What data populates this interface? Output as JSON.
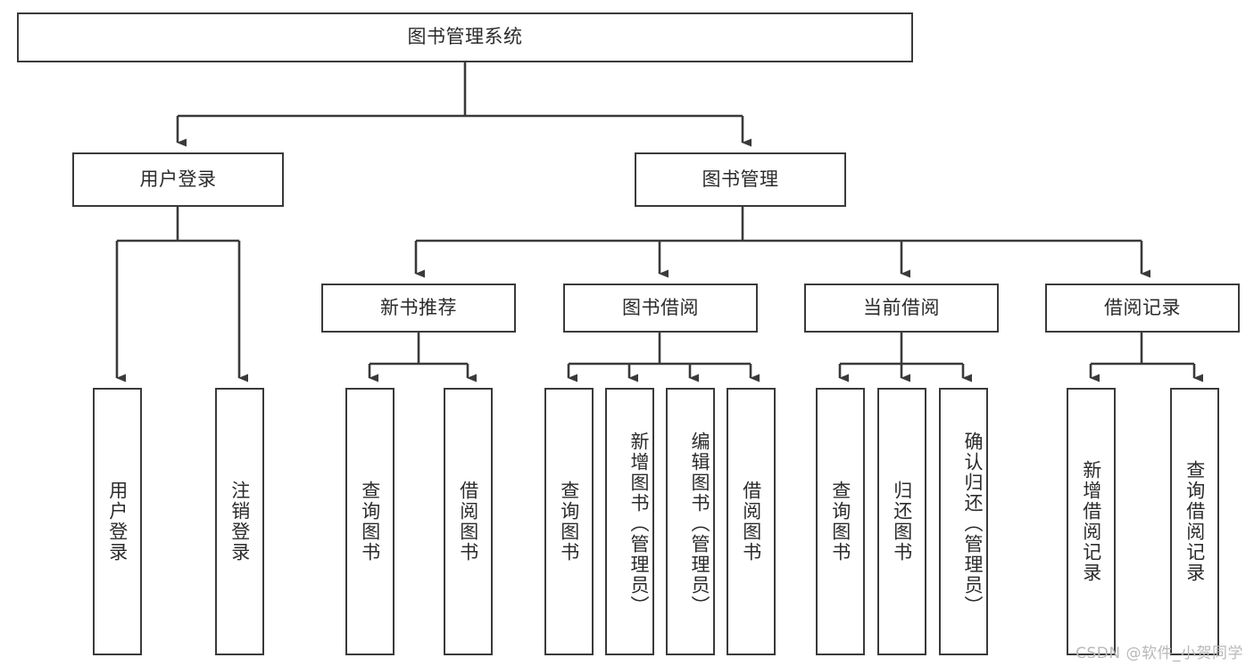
{
  "diagram": {
    "title": "图书管理系统",
    "type": "tree",
    "watermark": "CSDN @软件_小贺同学",
    "accent_color": "#3a3a3a",
    "background_color": "#ffffff",
    "text_color": "#2b2b2b",
    "watermark_color": "#b8b8b8"
  },
  "nodes": {
    "root": {
      "label": "图书管理系统"
    },
    "level2": [
      {
        "id": "user-login",
        "label": "用户登录"
      },
      {
        "id": "book-management",
        "label": "图书管理"
      }
    ],
    "level3": [
      {
        "id": "new-book-recommend",
        "label": "新书推荐"
      },
      {
        "id": "book-borrow",
        "label": "图书借阅"
      },
      {
        "id": "current-borrow",
        "label": "当前借阅"
      },
      {
        "id": "borrow-record",
        "label": "借阅记录"
      }
    ],
    "leaves": {
      "user-login": [
        {
          "id": "leaf-user-login",
          "label": "用户登录"
        },
        {
          "id": "leaf-user-logout",
          "label": "注销登录"
        }
      ],
      "new-book-recommend": [
        {
          "id": "leaf-query-book-1",
          "label": "查询图书"
        },
        {
          "id": "leaf-borrow-book-1",
          "label": "借阅图书"
        }
      ],
      "book-borrow": [
        {
          "id": "leaf-query-book-2",
          "label": "查询图书"
        },
        {
          "id": "leaf-add-book",
          "label": "新增图书（管理员）"
        },
        {
          "id": "leaf-edit-book",
          "label": "编辑图书（管理员）"
        },
        {
          "id": "leaf-borrow-book-2",
          "label": "借阅图书"
        }
      ],
      "current-borrow": [
        {
          "id": "leaf-query-book-3",
          "label": "查询图书"
        },
        {
          "id": "leaf-return-book",
          "label": "归还图书"
        },
        {
          "id": "leaf-confirm-return",
          "label": "确认归还（管理员）"
        }
      ],
      "borrow-record": [
        {
          "id": "leaf-add-record",
          "label": "新增借阅记录"
        },
        {
          "id": "leaf-query-record",
          "label": "查询借阅记录"
        }
      ]
    }
  }
}
